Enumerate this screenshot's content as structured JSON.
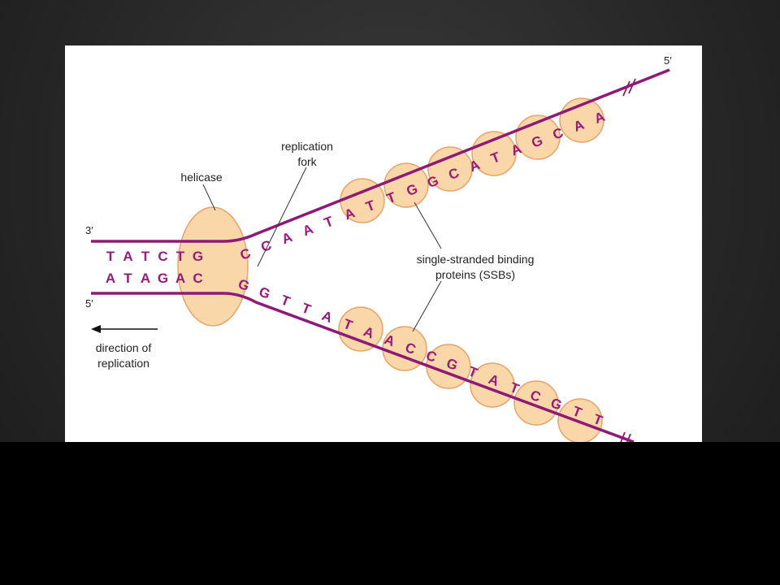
{
  "diagram": {
    "labels": {
      "helicase": "helicase",
      "fork_line1": "replication",
      "fork_line2": "fork",
      "ssb_line1": "single-stranded binding",
      "ssb_line2": "proteins (SSBs)",
      "direction_line1": "direction of",
      "direction_line2": "replication"
    },
    "ends": {
      "top_left": "3′",
      "bottom_left": "5′",
      "top_right": "5′"
    },
    "bases": {
      "parent_top": [
        "T",
        "A",
        "T",
        "C",
        "T",
        "G"
      ],
      "parent_bottom": [
        "A",
        "T",
        "A",
        "G",
        "A",
        "C"
      ],
      "upper_strand": [
        "C",
        "C",
        "A",
        "A",
        "T",
        "A",
        "T",
        "T",
        "G",
        "G",
        "C",
        "A",
        "T",
        "A",
        "G",
        "C",
        "A",
        "A"
      ],
      "lower_strand": [
        "G",
        "G",
        "T",
        "T",
        "A",
        "T",
        "A",
        "A",
        "C",
        "C",
        "G",
        "T",
        "A",
        "T",
        "C",
        "G",
        "T",
        "T"
      ]
    },
    "colors": {
      "strand": "#8e1a76",
      "base_text": "#9a1a7a",
      "protein_fill": "#fad7a8",
      "protein_stroke": "#e8a36a"
    }
  }
}
